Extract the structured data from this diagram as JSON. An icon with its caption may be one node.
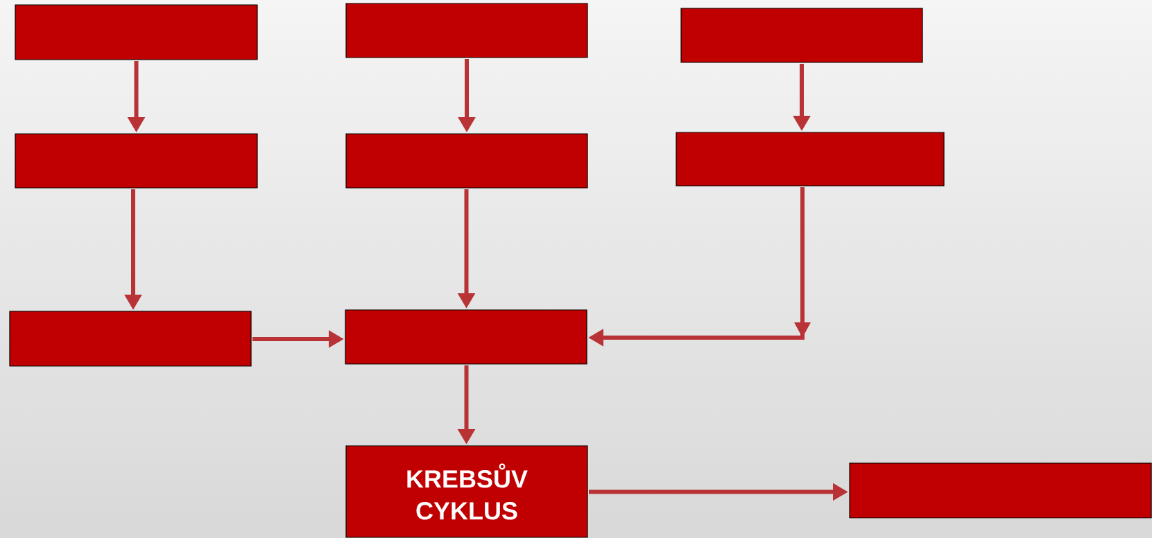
{
  "diagram": {
    "nodes": [
      {
        "text": [],
        "shape": "box"
      },
      {
        "text": [],
        "shape": "box"
      },
      {
        "text": [],
        "shape": "box"
      },
      {
        "text": [],
        "shape": "box"
      },
      {
        "text": [],
        "shape": "box"
      },
      {
        "text": [],
        "shape": "box"
      },
      {
        "text": [],
        "shape": "box"
      },
      {
        "text": [],
        "shape": "box"
      },
      {
        "text": [
          "KREBSŮV CYKLUS"
        ]
      },
      {
        "text": [],
        "shape": "box"
      }
    ],
    "edges": [
      {
        "from": 0,
        "to": 3,
        "arrow": "to"
      },
      {
        "from": 1,
        "to": 4,
        "arrow": "to"
      },
      {
        "from": 2,
        "to": 5,
        "arrow": "to"
      },
      {
        "from": 3,
        "to": 6,
        "arrow": "to"
      },
      {
        "from": 4,
        "to": 7,
        "arrow": "to"
      },
      {
        "from": 5,
        "to": 7,
        "arrow": "to"
      },
      {
        "from": 6,
        "to": 7,
        "arrow": "to"
      },
      {
        "from": 7,
        "to": 8,
        "arrow": "to"
      },
      {
        "from": 8,
        "to": 9,
        "arrow": "to"
      }
    ]
  }
}
